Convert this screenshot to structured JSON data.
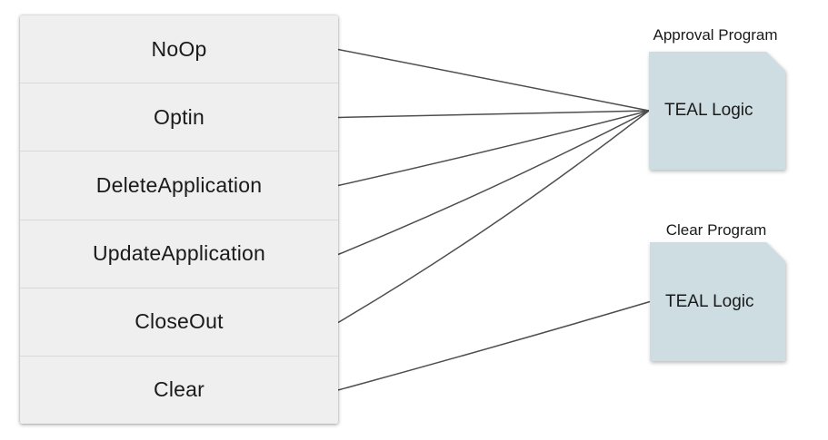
{
  "diagram": {
    "transactions": [
      {
        "label": "NoOp",
        "target": "approval"
      },
      {
        "label": "Optin",
        "target": "approval"
      },
      {
        "label": "DeleteApplication",
        "target": "approval"
      },
      {
        "label": "UpdateApplication",
        "target": "approval"
      },
      {
        "label": "CloseOut",
        "target": "approval"
      },
      {
        "label": "Clear",
        "target": "clear"
      }
    ],
    "programs": {
      "approval": {
        "title": "Approval Program",
        "content": "TEAL Logic"
      },
      "clear": {
        "title": "Clear Program",
        "content": "TEAL Logic"
      }
    },
    "colors": {
      "background": "#ffffff",
      "row_fill": "#efefef",
      "row_separator": "#d9d9d9",
      "doc_fill": "#cddde1",
      "connector": "#4d4d4d",
      "text": "#1a1a1a"
    }
  }
}
